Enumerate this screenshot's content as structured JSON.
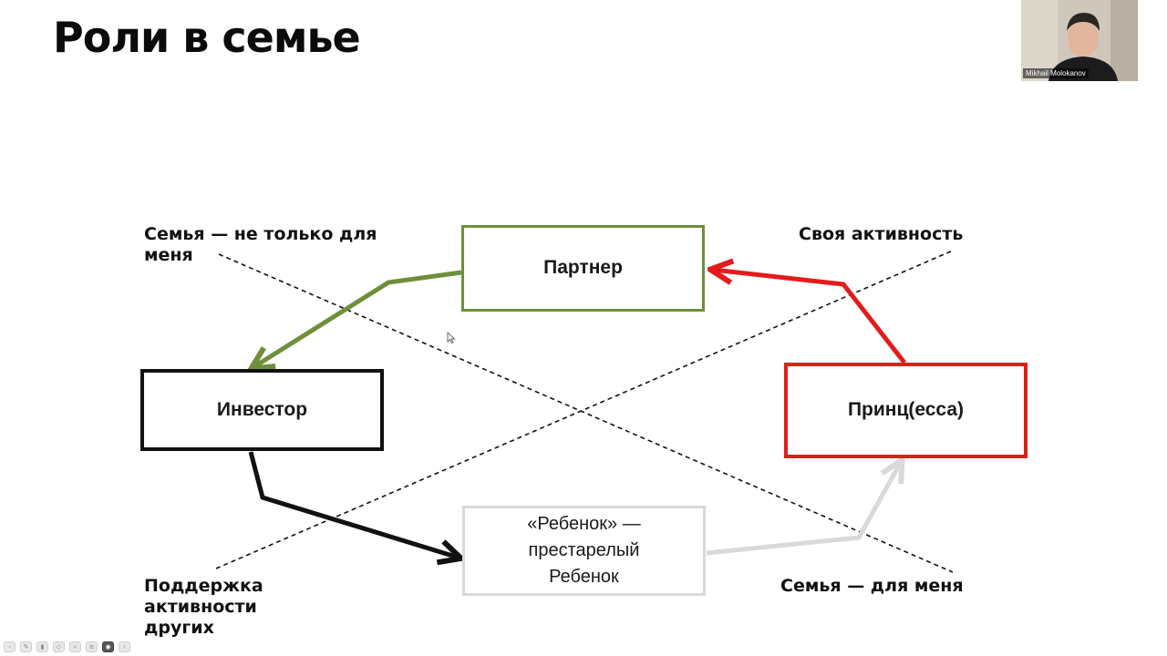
{
  "slide": {
    "title": "Роли в семье"
  },
  "boxes": {
    "partner": "Партнер",
    "investor": "Инвестор",
    "prince": "Принц(есса)",
    "child_line1": "«Ребенок» —",
    "child_line2": "престарелый",
    "child_line3": "Ребенок"
  },
  "axis_labels": {
    "top_left": "Семья — не только для меня",
    "top_right": "Своя активность",
    "bottom_left": "Поддержка активности других",
    "bottom_right": "Семья — для меня"
  },
  "video": {
    "participant_name": "Mikhail Molokanov"
  },
  "colors": {
    "partner": "#6f8f3a",
    "investor": "#111111",
    "prince": "#e41b1b",
    "child": "#d9d9d9"
  },
  "toolbar": {
    "icons": [
      "prev-icon",
      "pen-icon",
      "highlighter-icon",
      "eraser-icon",
      "zoom-icon",
      "menu-icon",
      "camera-icon",
      "more-icon"
    ]
  }
}
